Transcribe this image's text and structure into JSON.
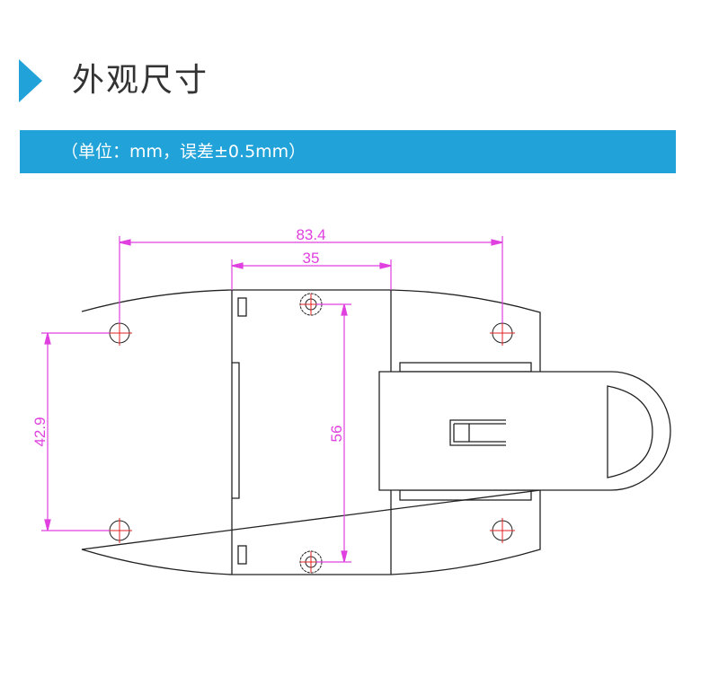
{
  "header": {
    "title": "外观尺寸",
    "subtitle": "（单位：mm，误差±0.5mm）"
  },
  "dimensions": {
    "overall_hole_spacing": "83.4",
    "module_width": "35",
    "vertical_screw_spacing": "56",
    "vertical_hole_spacing": "42.9"
  },
  "colors": {
    "accent": "#21a3d9",
    "dimension": "#e040e0",
    "centerline": "#e02020"
  }
}
